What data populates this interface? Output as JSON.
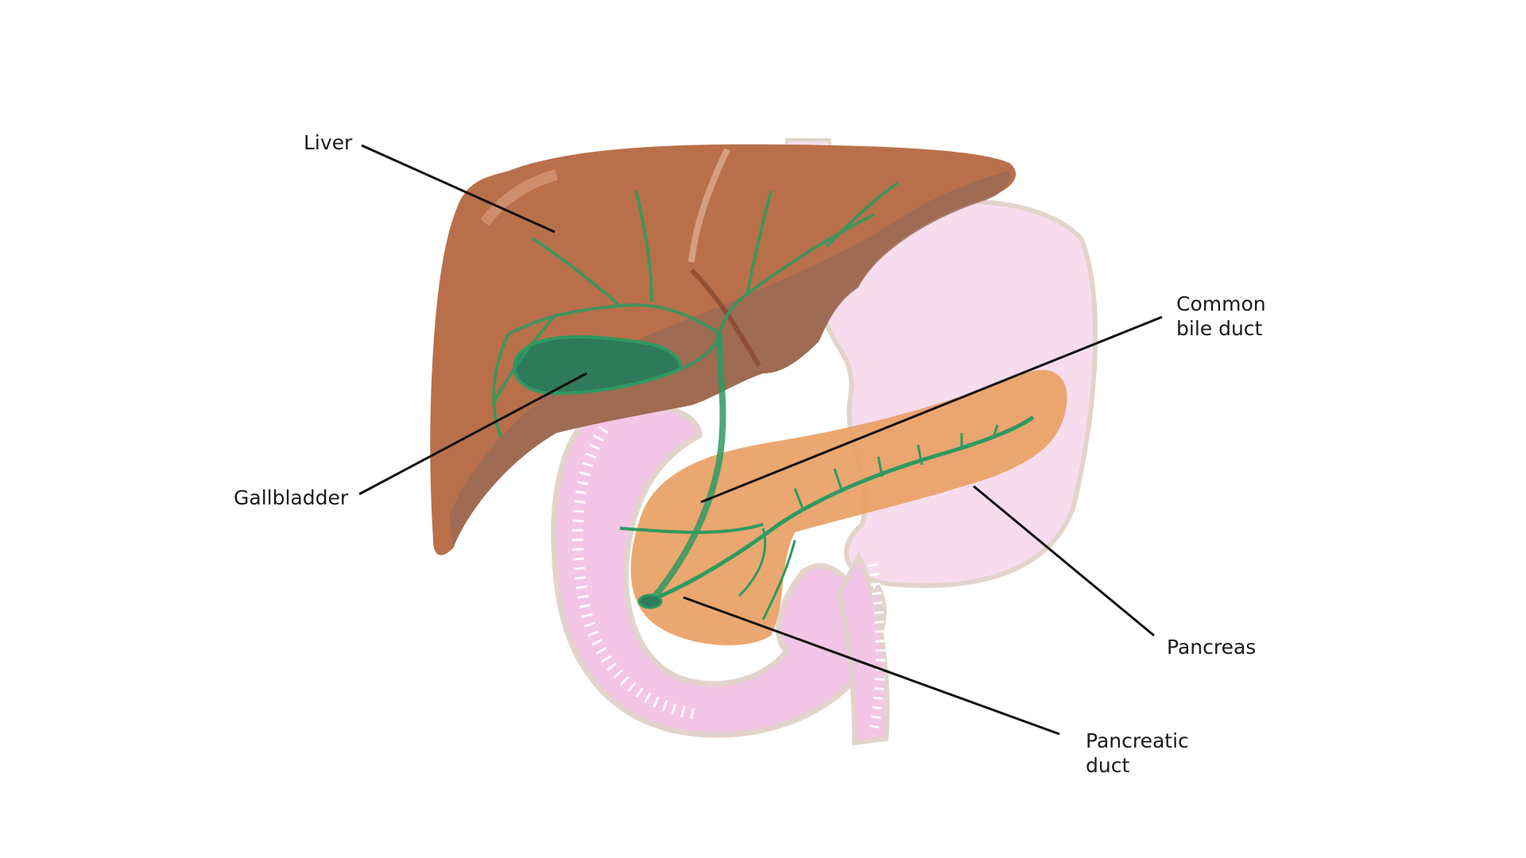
{
  "labels": {
    "liver": "Liver",
    "gallbladder": "Gallbladder",
    "common_bile_duct": [
      "Common",
      "bile duct"
    ],
    "pancreas": "Pancreas",
    "pancreatic_duct": [
      "Pancreatic",
      "duct"
    ]
  },
  "colors": {
    "liver": "#b9704a",
    "liver_shadow": "#9a6a55",
    "gallbladder": "#2e7a5a",
    "bile_duct": "#2e9a62",
    "pancreas": "#e9a064",
    "stomach": "#f7dcee",
    "stomach_outline": "#e2d4cc",
    "duodenum": "#f3c5e6",
    "leader_line": "#111111"
  }
}
